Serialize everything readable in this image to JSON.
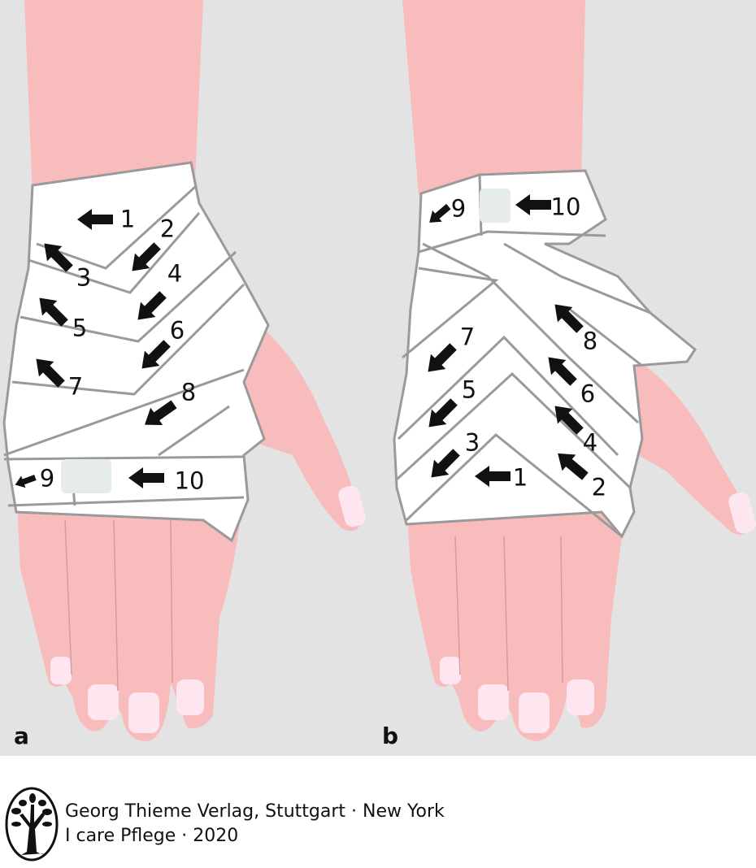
{
  "figure": {
    "panels": [
      {
        "label": "a",
        "steps": [
          "1",
          "2",
          "3",
          "4",
          "5",
          "6",
          "7",
          "8",
          "9",
          "10"
        ]
      },
      {
        "label": "b",
        "steps": [
          "1",
          "2",
          "3",
          "4",
          "5",
          "6",
          "7",
          "8",
          "9",
          "10"
        ]
      }
    ]
  },
  "footer": {
    "publisher": "Georg Thieme Verlag, Stuttgart · New York",
    "book": "I care Pflege · 2020",
    "logo_icon": "tree-logo-icon"
  },
  "colors": {
    "background": "#e3e3e3",
    "skin": "#f9bcbc",
    "bandage": "#ffffff",
    "outline": "#9a9a9a",
    "nail": "#fde6f0"
  }
}
